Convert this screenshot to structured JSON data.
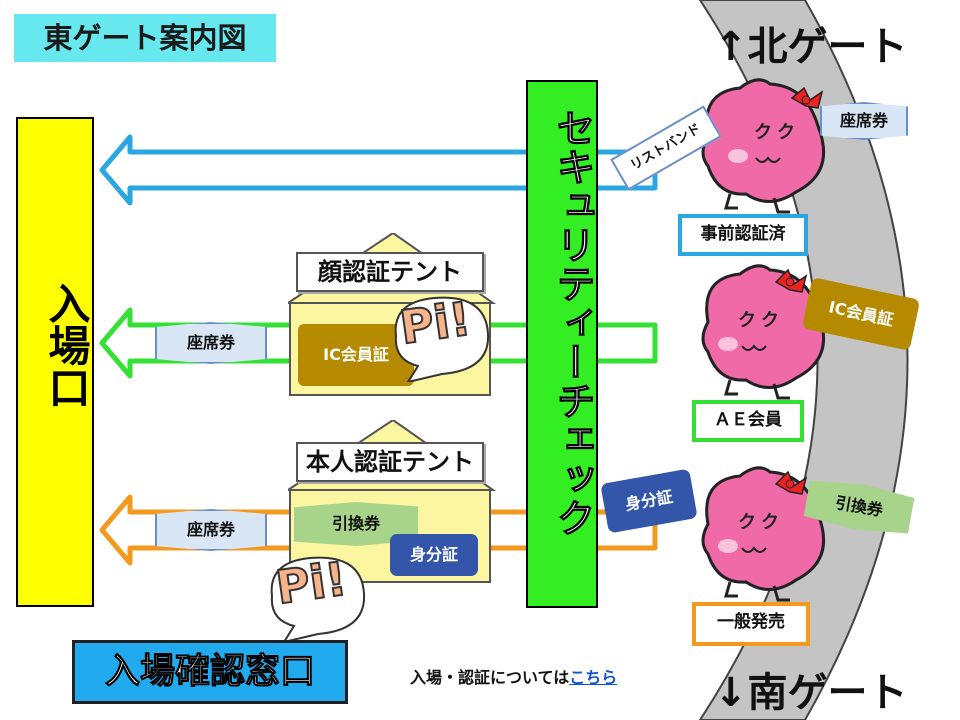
{
  "title": "東ゲート案内図",
  "entrance_label": "入場口",
  "security_label": "セキュリティーチェック",
  "north_gate": "↑北ゲート",
  "south_gate": "↓南ゲート",
  "tents": {
    "face": "顔認証テント",
    "identity": "本人認証テント"
  },
  "tickets": {
    "seat_top": "座席券",
    "seat_row1": "座席券",
    "seat_row2": "座席券",
    "wristband": "リストバンド",
    "ic_card_tent": "IC会員証",
    "ic_card_char": "IC会員証",
    "exchange_tent": "引換券",
    "exchange_char": "引換券",
    "id_tent": "身分証",
    "id_char": "身分証"
  },
  "pi_text": "Pi!",
  "status": {
    "row1": "事前認証済",
    "row2": "ＡＥ会員",
    "row3": "一般発売"
  },
  "window_label": "入場確認窓口",
  "info": {
    "text": "入場・認証については",
    "link": "こちら"
  },
  "colors": {
    "row1": "#2aa7e0",
    "row2": "#33e033",
    "row3": "#f39a1e",
    "entrance": "#ffff00",
    "security": "#33ee22",
    "gold": "#b58a00",
    "navy": "#3355aa"
  }
}
